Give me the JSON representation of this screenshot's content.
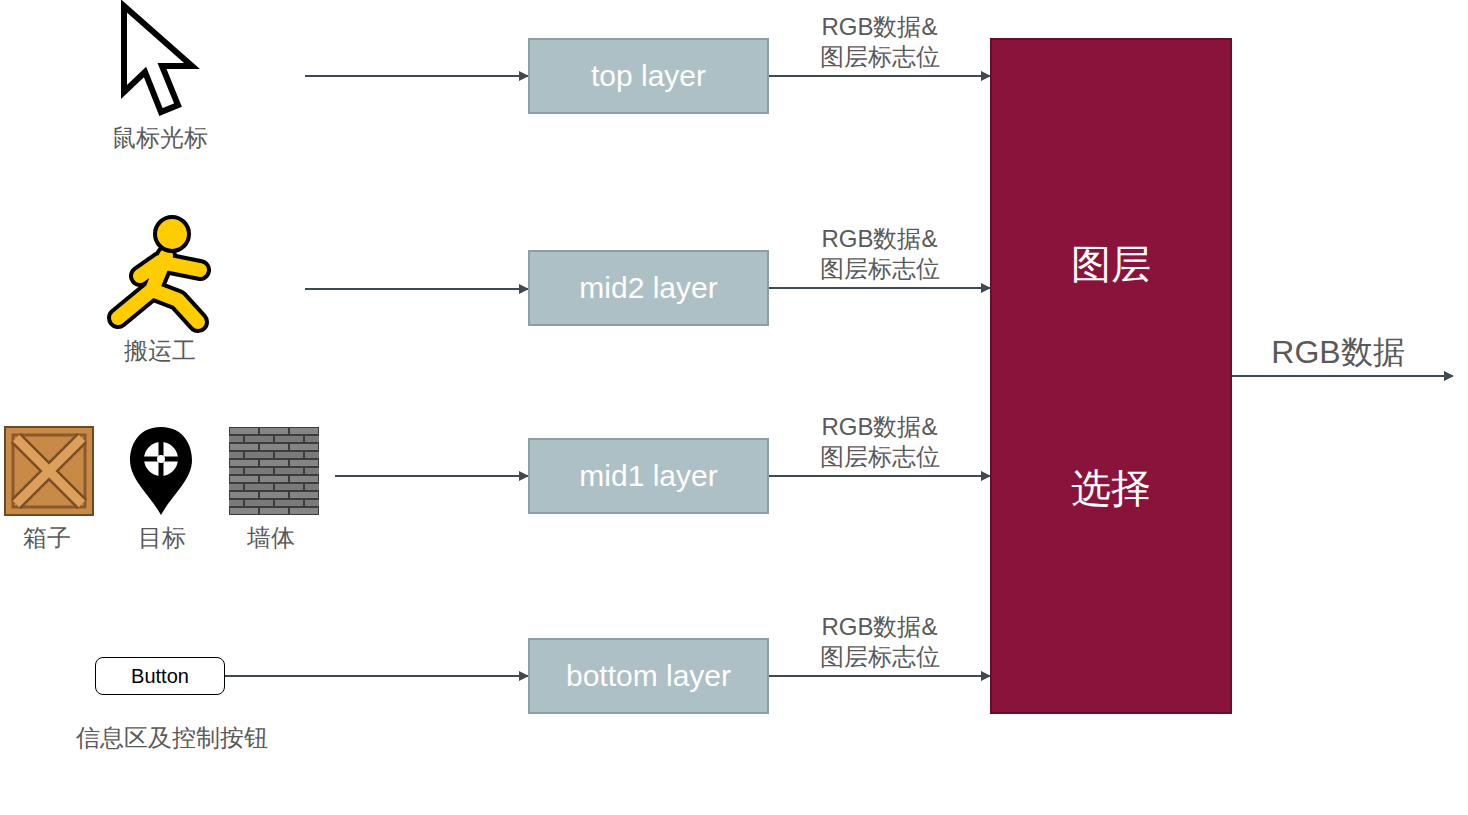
{
  "diagram": {
    "nodes": [
      {
        "text": [
          "top layer"
        ]
      },
      {
        "text": [
          "mid2 layer"
        ]
      },
      {
        "text": [
          "mid1 layer"
        ]
      },
      {
        "text": [
          "bottom layer"
        ]
      },
      {
        "text": [
          "图层",
          "选择"
        ]
      },
      {
        "text": [
          "Button"
        ]
      }
    ],
    "edges": [
      {
        "from": 0,
        "to": 4,
        "arrow": "to",
        "label": "RGB数据& 图层标志位"
      },
      {
        "from": 1,
        "to": 4,
        "arrow": "to",
        "label": "RGB数据& 图层标志位"
      },
      {
        "from": 2,
        "to": 4,
        "arrow": "to",
        "label": "RGB数据& 图层标志位"
      },
      {
        "from": 3,
        "to": 4,
        "arrow": "to",
        "label": "RGB数据& 图层标志位"
      },
      {
        "from": 5,
        "to": 3,
        "arrow": "to"
      }
    ],
    "labels": [
      "鼠标光标",
      "搬运工",
      "箱子",
      "目标",
      "墙体",
      "信息区及控制按钮",
      "RGB数据"
    ]
  }
}
